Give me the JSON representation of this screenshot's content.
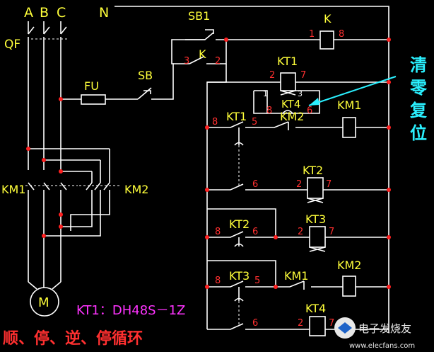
{
  "colors": {
    "background": "#000000",
    "wire": "#ffffff",
    "label": "#ffff3a",
    "node": "#ff2020",
    "callout": "#2af0ff",
    "note": "#ff33ff",
    "caption": "#ff2020"
  },
  "phases": {
    "a": "A",
    "b": "B",
    "c": "C",
    "n": "N"
  },
  "breaker": {
    "label": "QF"
  },
  "fuse": {
    "label": "FU"
  },
  "switch": {
    "label": "SB"
  },
  "start_button": {
    "label": "SB1"
  },
  "contacts": {
    "k_contact": "K",
    "kt1_contact": "KT1",
    "km2_contact": "KM2",
    "kt2_contact": "KT2",
    "kt3_contact": "KT3",
    "km1_contact": "KM1"
  },
  "coils": {
    "k": "K",
    "kt1": "KT1",
    "kt4_reset": "KT4",
    "km1": "KM1",
    "kt2": "KT2",
    "kt3": "KT3",
    "km2": "KM2",
    "kt4": "KT4"
  },
  "contactors": {
    "left": "KM1",
    "right": "KM2"
  },
  "motor": {
    "label": "M"
  },
  "terminals": {
    "k_1": "1",
    "k_8": "8",
    "sb_3": "3",
    "sb_2": "2",
    "kt1_2": "2",
    "kt1_7": "7",
    "kt4_1": "1",
    "kt4_3": "3",
    "kt4_8": "8",
    "kt4_6": "6",
    "r1_8": "8",
    "r1_5": "5",
    "r2_6": "6",
    "r2_2": "2",
    "r2_7": "7",
    "r3_8": "8",
    "r3_6": "6",
    "r3_2": "2",
    "r3_7": "7",
    "r4_8": "8",
    "r4_5": "5",
    "r5_6": "6",
    "r5_2": "2",
    "r5_7": "7"
  },
  "callout": {
    "c1": "清",
    "c2": "零",
    "c3": "复",
    "c4": "位"
  },
  "note": "KT1：DH48S－1Z",
  "caption": "顺、停、逆、停循环",
  "watermark": {
    "brand": "电子发烧友",
    "url": "www.elecfans.com"
  }
}
